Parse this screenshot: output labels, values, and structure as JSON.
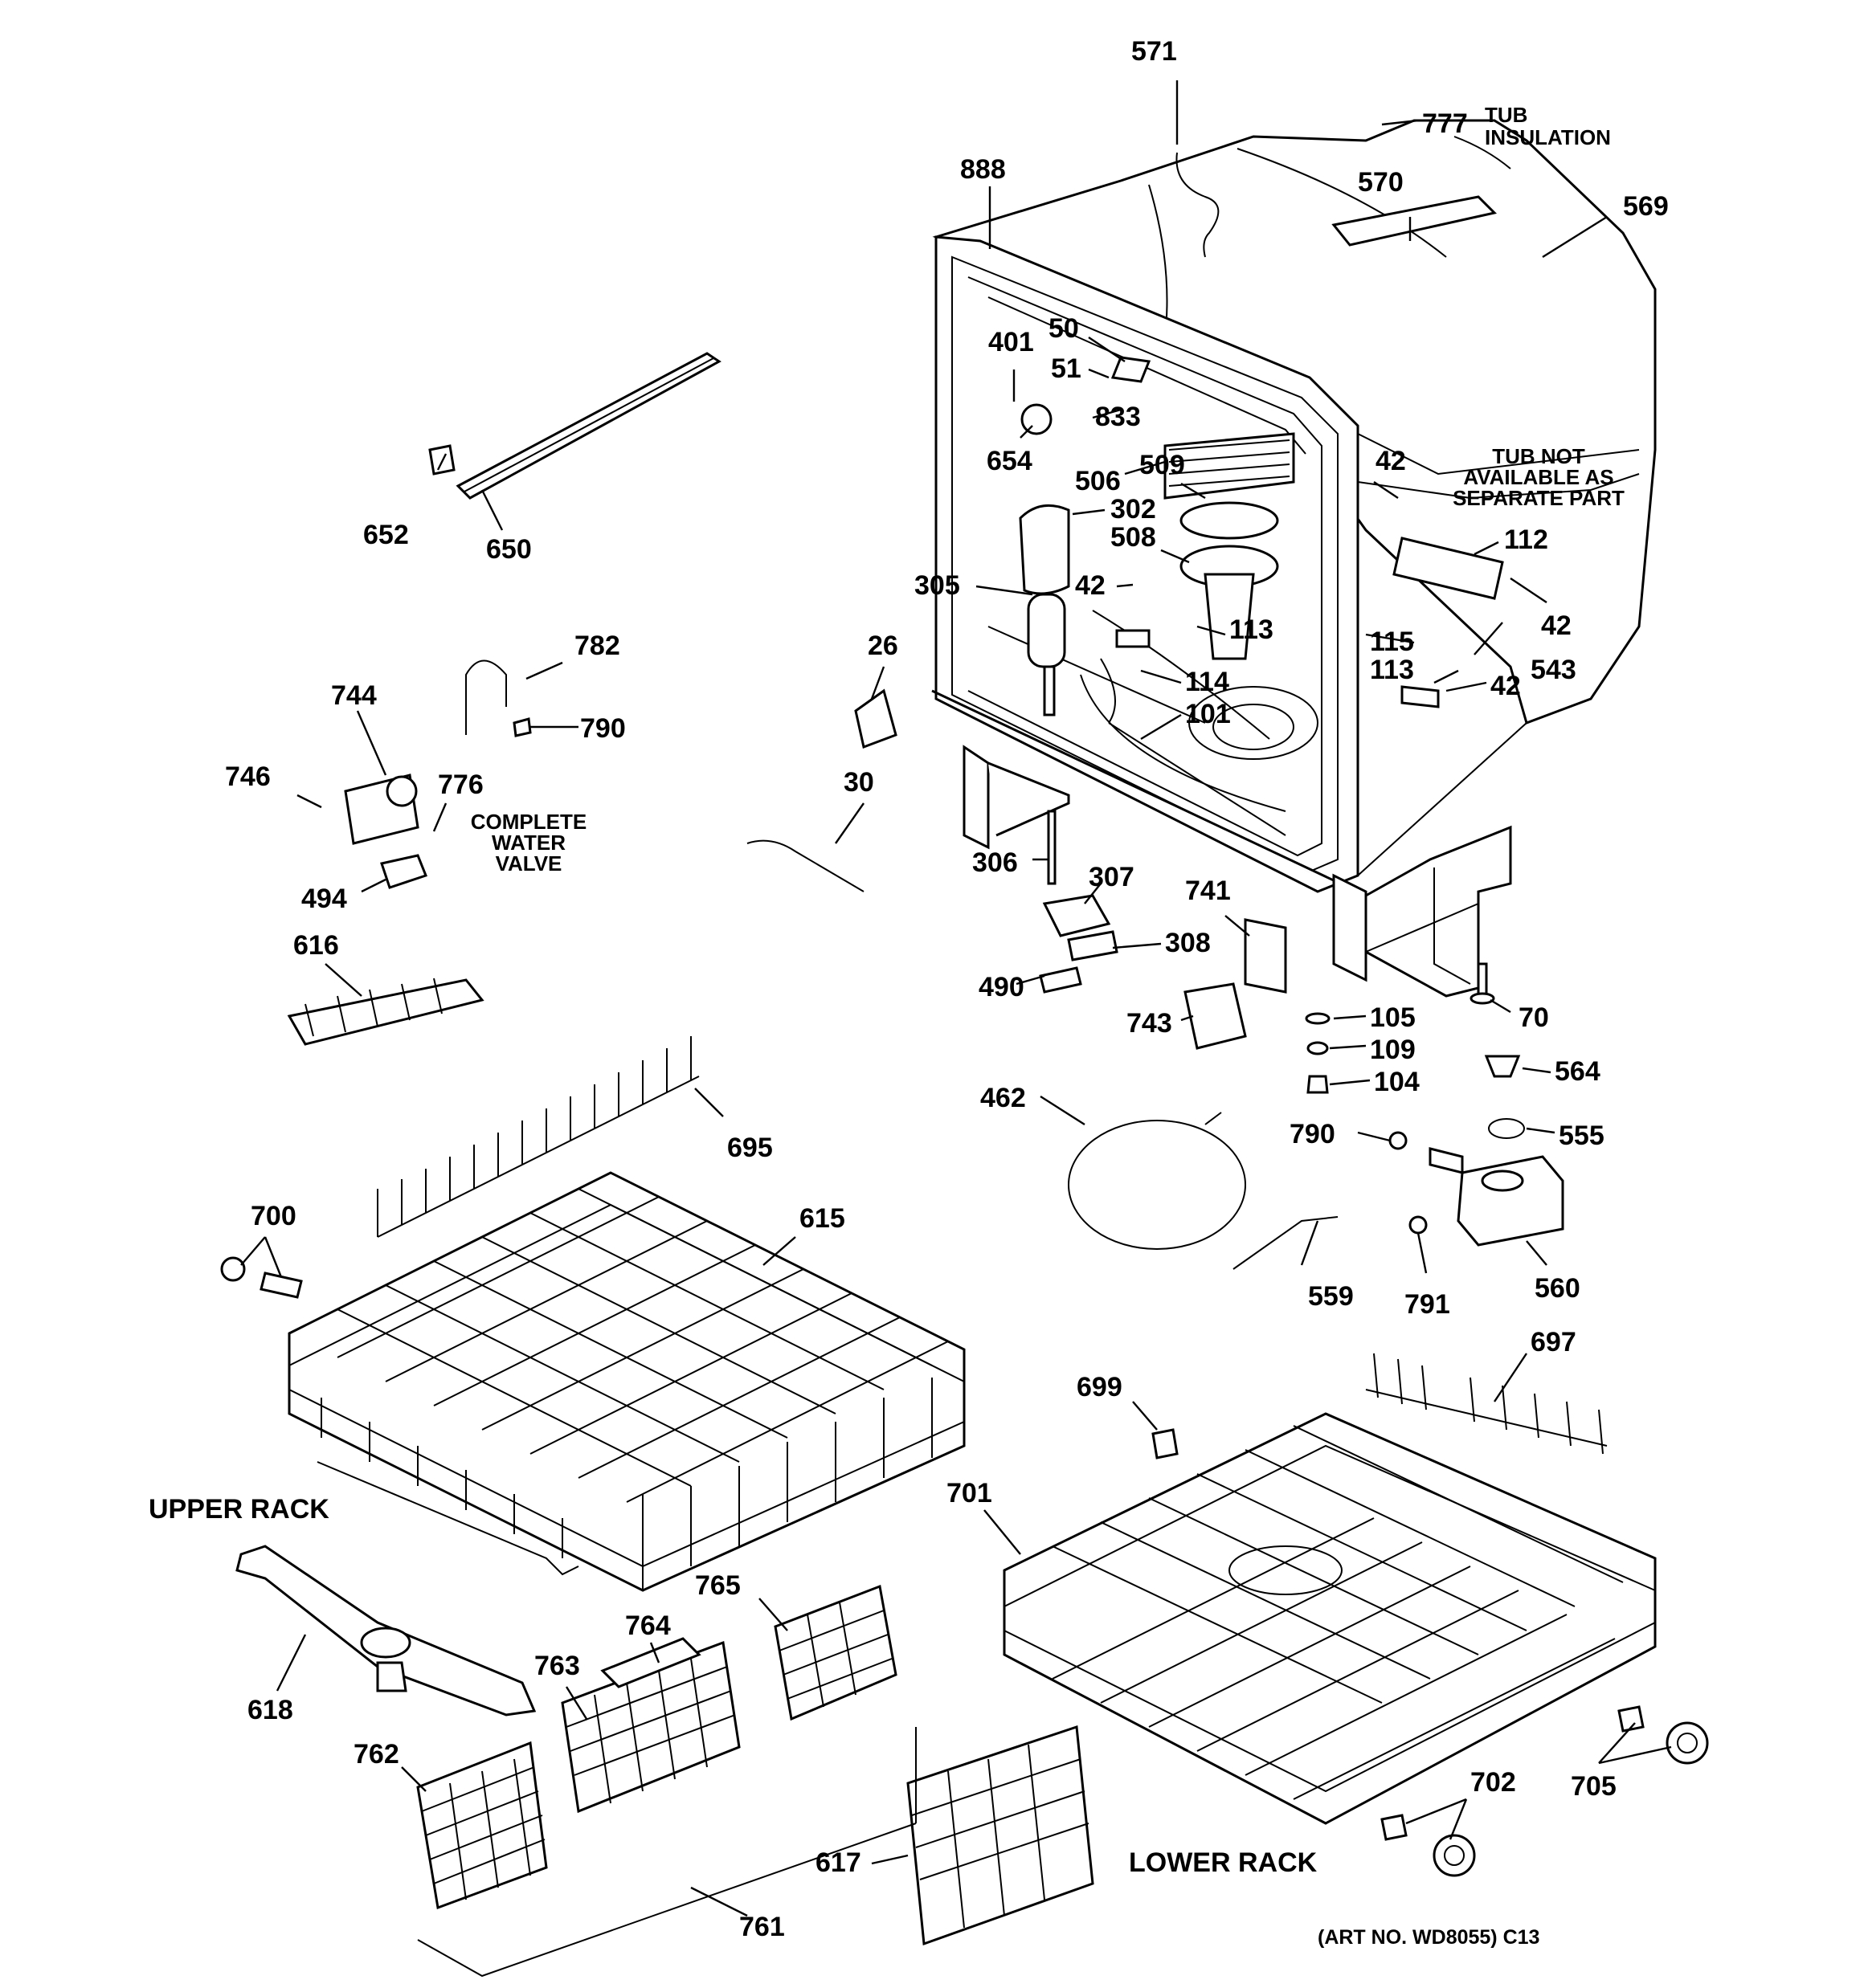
{
  "labels": {
    "p571": "571",
    "p777": "777",
    "p888": "888",
    "p570": "570",
    "p569": "569",
    "p401": "401",
    "p50": "50",
    "p51": "51",
    "p833": "833",
    "p654": "654",
    "p506": "506",
    "p509": "509",
    "p302": "302",
    "p508": "508",
    "p42a": "42",
    "p42b": "42",
    "p42c": "42",
    "p42d": "42",
    "p112": "112",
    "p305": "305",
    "p113a": "113",
    "p113b": "113",
    "p115": "115",
    "p543": "543",
    "p114": "114",
    "p101": "101",
    "p652": "652",
    "p650": "650",
    "p782": "782",
    "p790a": "790",
    "p744": "744",
    "p746": "746",
    "p776": "776",
    "p26": "26",
    "p30": "30",
    "p494": "494",
    "p616": "616",
    "p306": "306",
    "p307": "307",
    "p741": "741",
    "p308": "308",
    "p490": "490",
    "p743": "743",
    "p70": "70",
    "p105": "105",
    "p109": "109",
    "p104": "104",
    "p564": "564",
    "p462": "462",
    "p790b": "790",
    "p555": "555",
    "p695": "695",
    "p700": "700",
    "p615": "615",
    "p559": "559",
    "p791": "791",
    "p560": "560",
    "p697": "697",
    "p699": "699",
    "p701": "701",
    "p765": "765",
    "p764": "764",
    "p763": "763",
    "p618": "618",
    "p762": "762",
    "p761": "761",
    "p617": "617",
    "p702": "702",
    "p705": "705"
  },
  "notes": {
    "tub_insulation_line1": "TUB",
    "tub_insulation_line2": "INSULATION",
    "tub_na_line1": "TUB NOT",
    "tub_na_line2": "AVAILABLE AS",
    "tub_na_line3": "SEPARATE PART",
    "water_valve_line1": "COMPLETE",
    "water_valve_line2": "WATER",
    "water_valve_line3": "VALVE"
  },
  "sections": {
    "upper_rack": "UPPER RACK",
    "lower_rack": "LOWER RACK"
  },
  "art_number": "(ART NO. WD8055) C13"
}
